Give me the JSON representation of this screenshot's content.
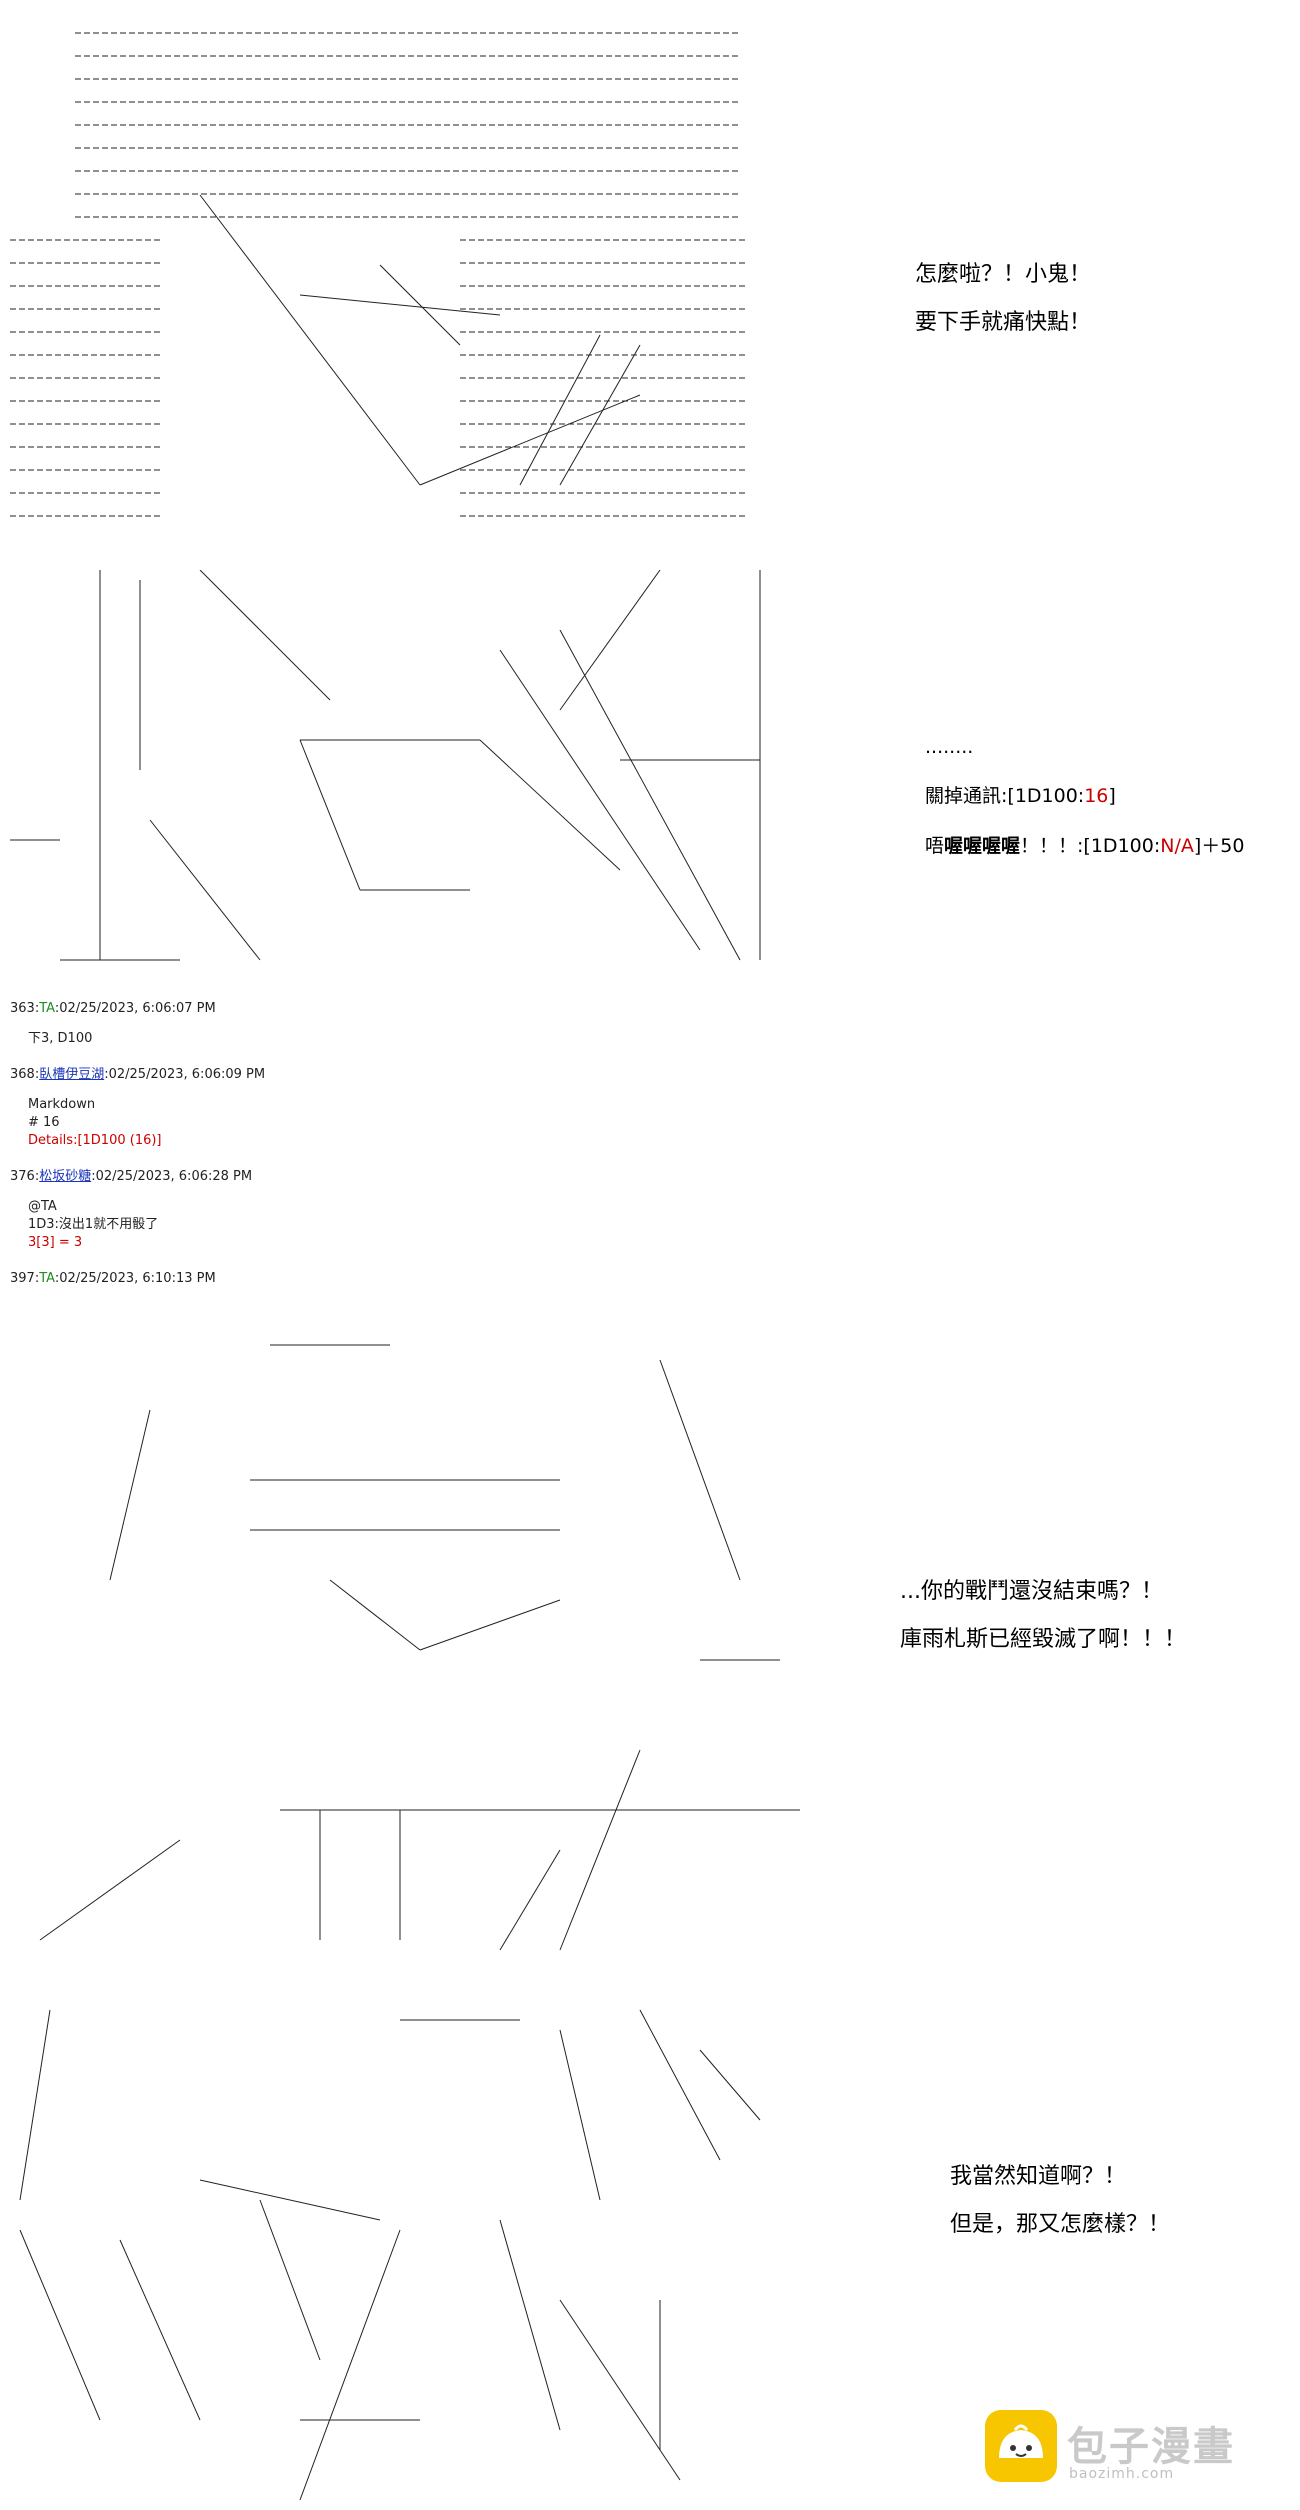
{
  "panel1": {
    "lines": [
      "怎麼啦？！小鬼！",
      "要下手就痛快點！"
    ]
  },
  "panel2": {
    "dots": "........",
    "line2_prefix": "關掉通訊:[1D100:",
    "line2_value": "16",
    "line2_suffix": "]",
    "line3_prefix": "唔",
    "line3_bold": "喔喔喔喔",
    "line3_mid": "！！！:[1D100:",
    "line3_value": "N/A",
    "line3_suffix": "]＋50"
  },
  "posts": [
    {
      "num": "363:",
      "name": "TA",
      "name_style": "green",
      "date": ":02/25/2023, 6:06:07 PM",
      "body": [
        {
          "text": "下3, D100",
          "red": false
        }
      ]
    },
    {
      "num": "368:",
      "name": "臥槽伊豆湖",
      "name_style": "link",
      "date": ":02/25/2023, 6:06:09 PM",
      "body": [
        {
          "text": "Markdown",
          "red": false
        },
        {
          "text": "# 16",
          "red": false
        },
        {
          "text": "Details:[1D100 (16)]",
          "red": true
        }
      ]
    },
    {
      "num": "376:",
      "name": "松坂砂糖",
      "name_style": "link",
      "date": ":02/25/2023, 6:06:28 PM",
      "body": [
        {
          "text": "@TA",
          "red": false
        },
        {
          "text": "1D3:沒出1就不用骰了",
          "red": false
        },
        {
          "text": "3[3] = 3",
          "red": true
        }
      ]
    },
    {
      "num": "397:",
      "name": "TA",
      "name_style": "green",
      "date": ":02/25/2023, 6:10:13 PM",
      "body": []
    }
  ],
  "panel3": {
    "lines": [
      "...你的戰鬥還沒結束嗎？！",
      "庫雨札斯已經毀滅了啊！！！"
    ]
  },
  "panel4": {
    "lines": [
      "我當然知道啊？！",
      "但是，那又怎麼樣？！"
    ]
  },
  "watermark": {
    "text": "包子漫畫",
    "sub": "baozimh.com"
  }
}
